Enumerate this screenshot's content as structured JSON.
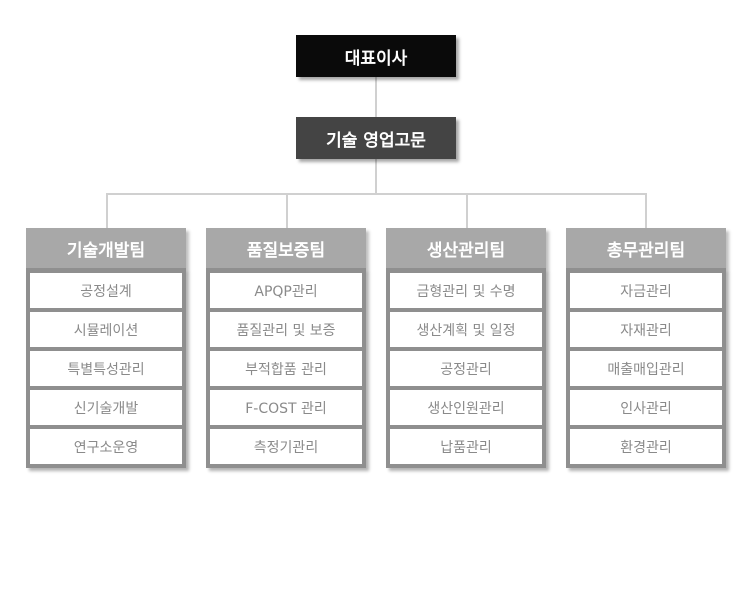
{
  "ceo": "대표이사",
  "advisor": "기술 영업고문",
  "teams": [
    {
      "name": "기술개발팀",
      "items": [
        "공정설계",
        "시뮬레이션",
        "특별특성관리",
        "신기술개발",
        "연구소운영"
      ]
    },
    {
      "name": "품질보증팀",
      "items": [
        "APQP관리",
        "품질관리 및 보증",
        "부적합품 관리",
        "F-COST 관리",
        "측정기관리"
      ]
    },
    {
      "name": "생산관리팀",
      "items": [
        "금형관리 및 수명",
        "생산계획 및 일정",
        "공정관리",
        "생산인원관리",
        "납품관리"
      ]
    },
    {
      "name": "총무관리팀",
      "items": [
        "자금관리",
        "자재관리",
        "매출매입관리",
        "인사관리",
        "환경관리"
      ]
    }
  ]
}
